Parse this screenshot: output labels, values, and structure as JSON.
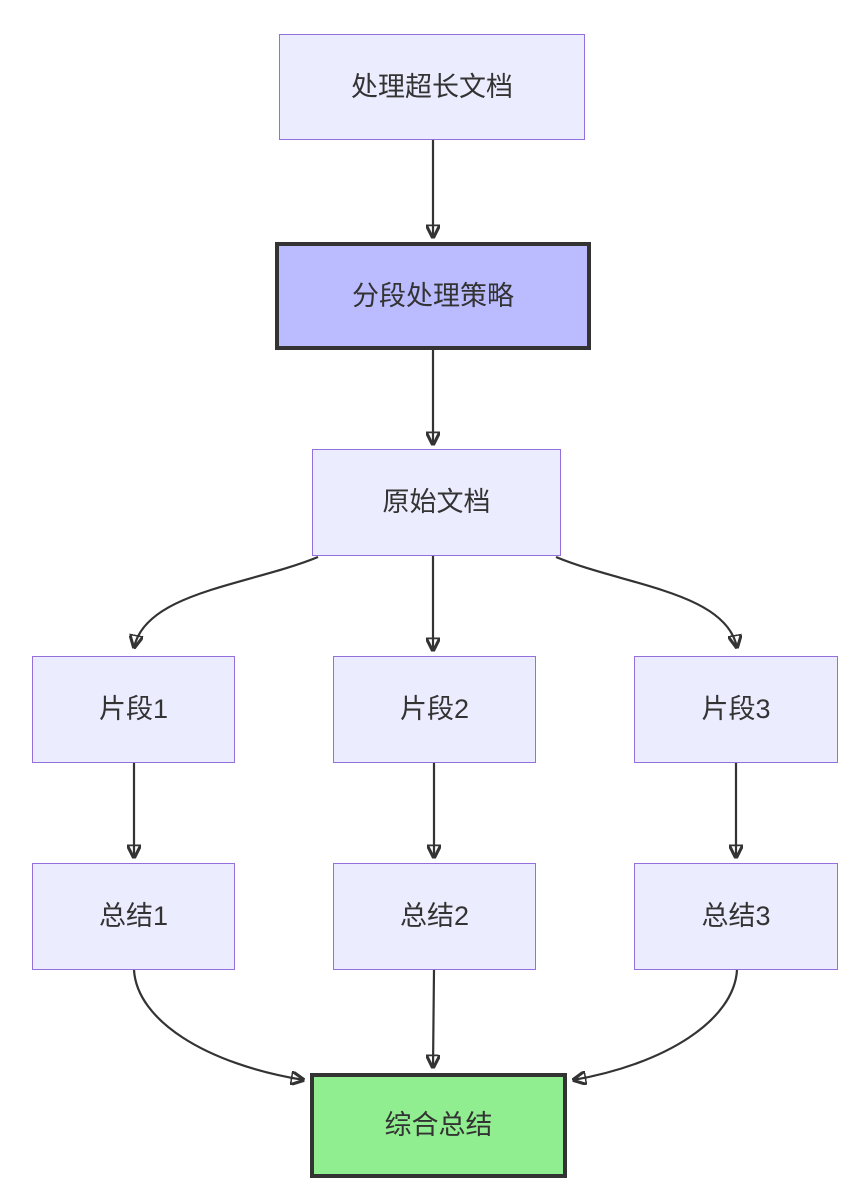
{
  "diagram": {
    "type": "flowchart",
    "direction": "top-down",
    "nodes": {
      "n1": {
        "label": "处理超长文档"
      },
      "n2": {
        "label": "分段处理策略"
      },
      "n3": {
        "label": "原始文档"
      },
      "n4a": {
        "label": "片段1"
      },
      "n4b": {
        "label": "片段2"
      },
      "n4c": {
        "label": "片段3"
      },
      "n5a": {
        "label": "总结1"
      },
      "n5b": {
        "label": "总结2"
      },
      "n5c": {
        "label": "总结3"
      },
      "n6": {
        "label": "综合总结"
      }
    },
    "edges": [
      {
        "from": "处理超长文档",
        "to": "分段处理策略"
      },
      {
        "from": "分段处理策略",
        "to": "原始文档"
      },
      {
        "from": "原始文档",
        "to": "片段1"
      },
      {
        "from": "原始文档",
        "to": "片段2"
      },
      {
        "from": "原始文档",
        "to": "片段3"
      },
      {
        "from": "片段1",
        "to": "总结1"
      },
      {
        "from": "片段2",
        "to": "总结2"
      },
      {
        "from": "片段3",
        "to": "总结3"
      },
      {
        "from": "总结1",
        "to": "综合总结"
      },
      {
        "from": "总结2",
        "to": "综合总结"
      },
      {
        "from": "总结3",
        "to": "综合总结"
      }
    ],
    "colors": {
      "node_fill": "#ECECFF",
      "node_border": "#9370DB",
      "emphasis_fill": "#BBBBFF",
      "emphasis_border": "#333333",
      "result_fill": "#90EE90",
      "result_border": "#333333",
      "edge": "#333333",
      "text": "#333333"
    }
  }
}
